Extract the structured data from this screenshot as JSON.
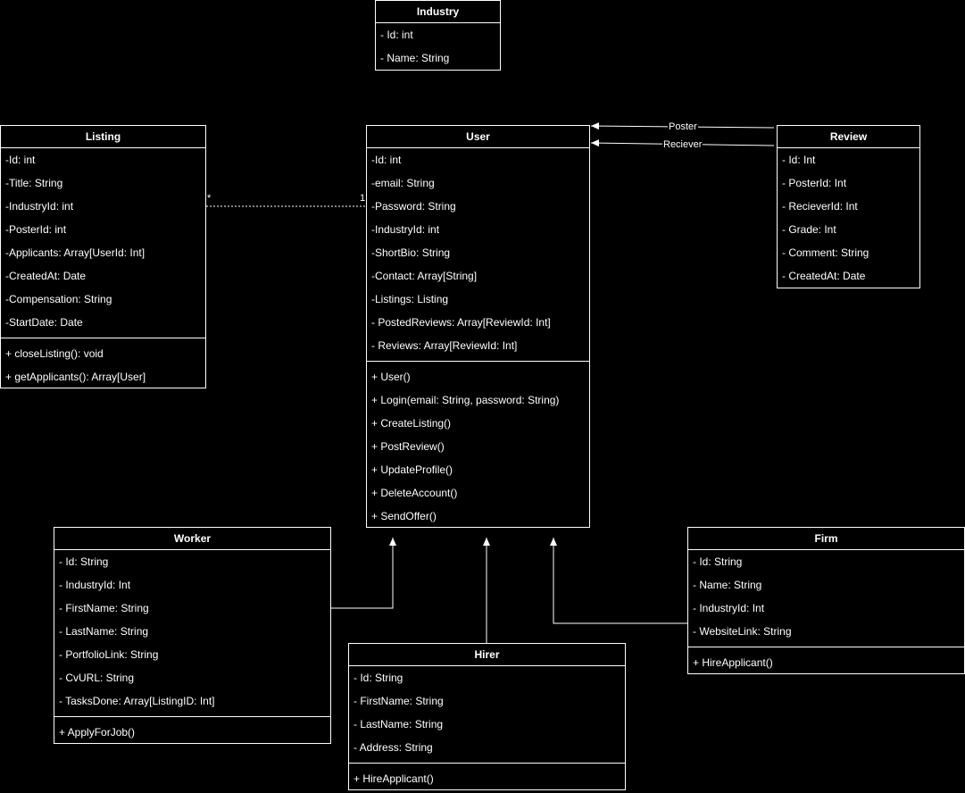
{
  "classes": {
    "industry": {
      "name": "Industry",
      "attributes": [
        "- Id: int",
        "- Name: String"
      ],
      "methods": []
    },
    "listing": {
      "name": "Listing",
      "attributes": [
        "-Id: int",
        "-Title: String",
        "-IndustryId: int",
        "-PosterId: int",
        "-Applicants: Array[UserId: Int]",
        "-CreatedAt: Date",
        "-Compensation: String",
        "-StartDate: Date"
      ],
      "methods": [
        "+ closeListing(): void",
        "+ getApplicants(): Array[User]"
      ]
    },
    "user": {
      "name": "User",
      "attributes": [
        "-Id: int",
        "-email: String",
        "-Password: String",
        "-IndustryId: int",
        "-ShortBio: String",
        "-Contact: Array[String]",
        "-Listings: Listing",
        "- PostedReviews: Array[ReviewId: Int]",
        "- Reviews: Array[ReviewId: Int]"
      ],
      "methods": [
        "+ User()",
        "+ Login(email: String, password: String)",
        "+ CreateListing()",
        "+ PostReview()",
        "+ UpdateProfile()",
        "+ DeleteAccount()",
        "+ SendOffer()"
      ]
    },
    "review": {
      "name": "Review",
      "attributes": [
        "- Id: Int",
        "- PosterId: Int",
        "- RecieverId: Int",
        "- Grade: Int",
        "- Comment: String",
        "- CreatedAt: Date"
      ],
      "methods": []
    },
    "worker": {
      "name": "Worker",
      "attributes": [
        "- Id: String",
        "- IndustryId: Int",
        "- FirstName: String",
        "- LastName: String",
        "- PortfolioLink: String",
        "- CvURL: String",
        "- TasksDone: Array[ListingID: Int]"
      ],
      "methods": [
        "+ ApplyForJob()"
      ]
    },
    "hirer": {
      "name": "Hirer",
      "attributes": [
        "- Id: String",
        "- FirstName: String",
        "- LastName: String",
        "- Address: String"
      ],
      "methods": [
        "+ HireApplicant()"
      ]
    },
    "firm": {
      "name": "Firm",
      "attributes": [
        "- Id: String",
        "- Name: String",
        "- IndustryId: Int",
        "- WebsiteLink: String"
      ],
      "methods": [
        "+ HireApplicant()"
      ]
    }
  },
  "relations": {
    "poster_label": "Poster",
    "reciever_label": "Reciever",
    "listing_multiplicity": "*",
    "user_multiplicity": "1"
  }
}
